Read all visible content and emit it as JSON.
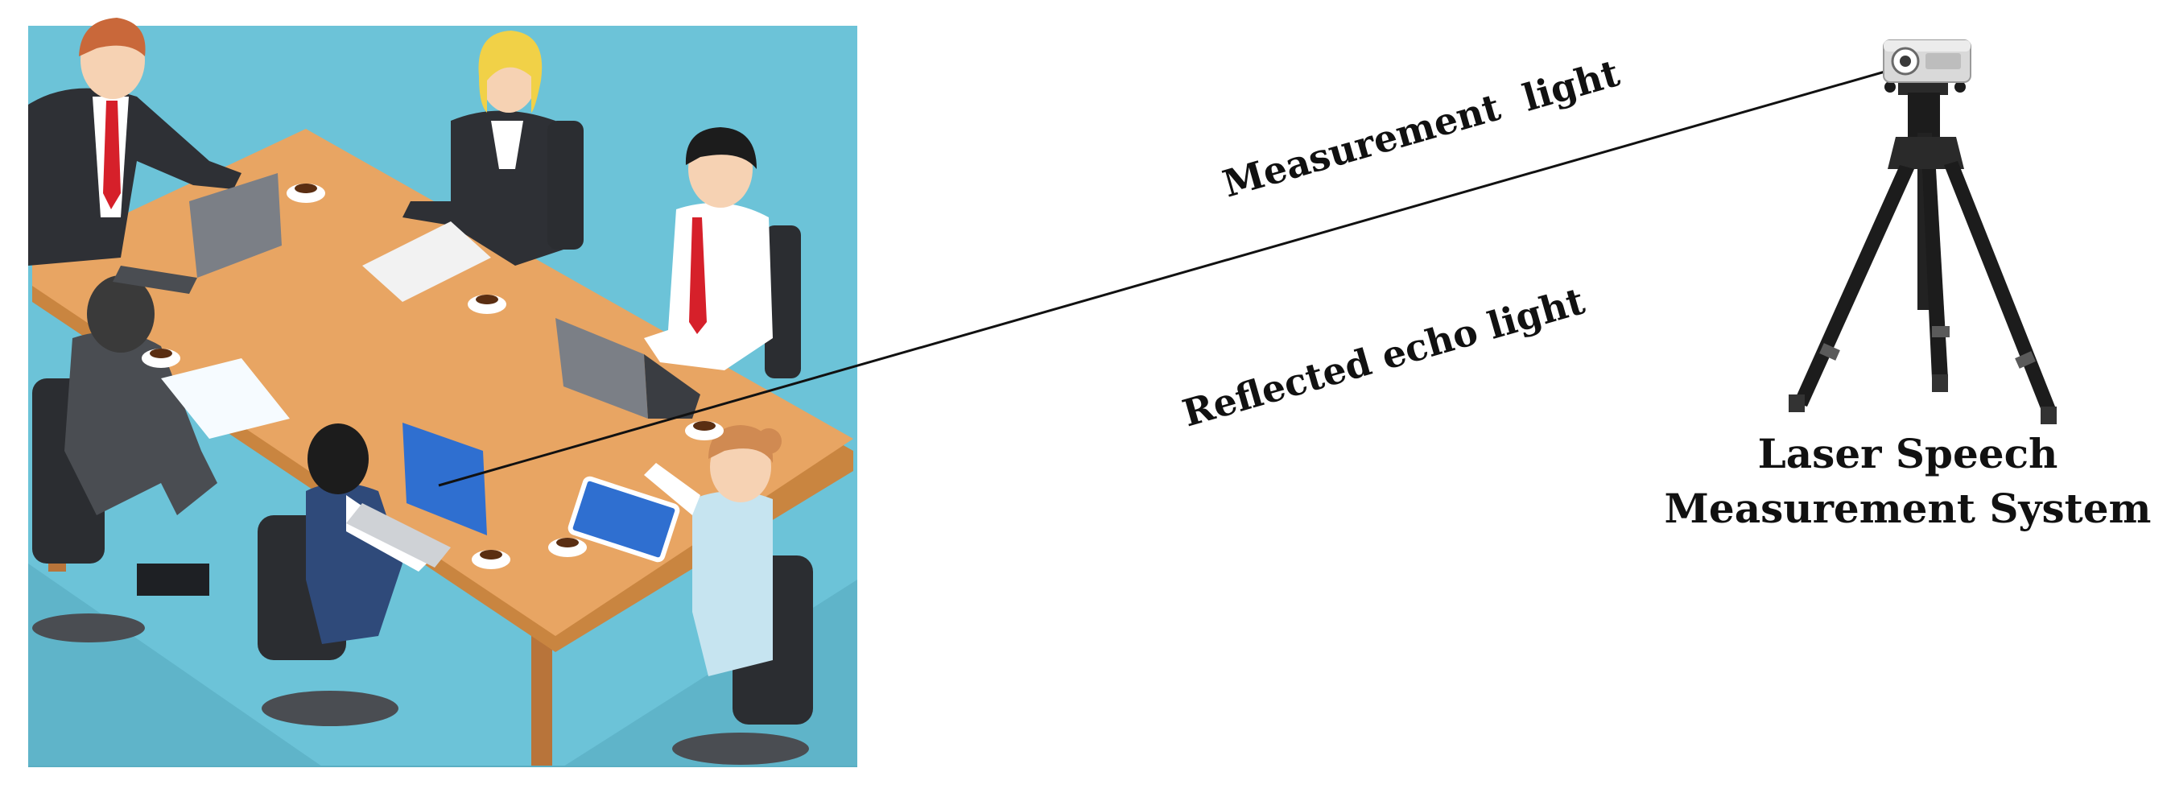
{
  "labels": {
    "measurement_light": "Measurement  light",
    "reflected_echo_light": "Reflected echo light",
    "system_line1": "Laser Speech",
    "system_line2": "Measurement System"
  },
  "colors": {
    "room_floor": "#6cc3d8",
    "table_top": "#e8a563",
    "suit_dark": "#3a3d42",
    "tie_red": "#d6202a",
    "skin": "#f6d2b3",
    "laptop_grey": "#7b7f86",
    "laptop_blue": "#2f6fd0",
    "tripod_black": "#1c1c1c",
    "device_silver": "#d9d9d9"
  },
  "icons": [
    "meeting-room-illustration",
    "laser-device-icon",
    "tripod-icon",
    "laptop-icon",
    "tablet-icon",
    "coffee-cup-icon"
  ]
}
